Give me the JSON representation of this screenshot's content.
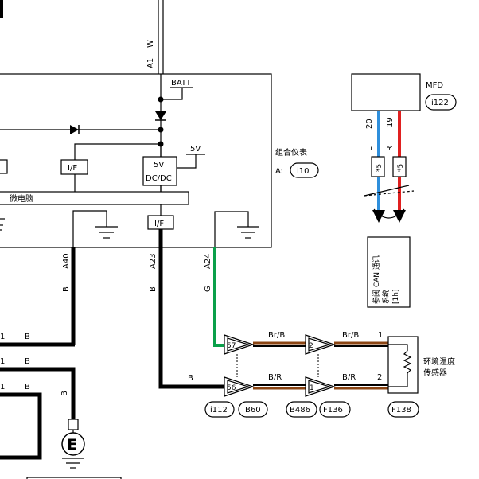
{
  "colors": {
    "green_wire": "#0aa04a",
    "brown_wire": "#8b4513",
    "blue_wire": "#2f8fdc",
    "red_wire": "#e02020",
    "black_wire": "#000000"
  },
  "top_wire": {
    "pin": "A1",
    "color": "W"
  },
  "meter": {
    "batt_label": "BATT",
    "v5_label": "5V",
    "dcdc_line1": "5V",
    "dcdc_line2": "DC/DC",
    "if_left": "I/F",
    "if_center": "I/F",
    "micro_label": "微电脑",
    "name": "组合仪表",
    "connector_prefix": "A:",
    "connector": "i10"
  },
  "mfd": {
    "name": "MFD",
    "connector": "i122",
    "pins": [
      {
        "pin": "20",
        "color": "L",
        "mark": "*5"
      },
      {
        "pin": "19",
        "color": "R",
        "mark": "*5"
      }
    ],
    "reference_text": "参阅 CAN 通讯系统 [1h]"
  },
  "wires": [
    {
      "pin": "A40",
      "color": "B"
    },
    {
      "pin": "A23",
      "color": "B"
    },
    {
      "pin": "A24",
      "color": "G"
    }
  ],
  "left_wires": [
    {
      "num": "1",
      "color": "B"
    },
    {
      "num": "1",
      "color": "B"
    },
    {
      "num": "1",
      "color": "B"
    }
  ],
  "ground_wire_color": "B",
  "ground_label": "E",
  "bottom_wire_color": "B",
  "connectors": {
    "row1": [
      {
        "pin": "57",
        "wire": "Br/B"
      },
      {
        "pin": "2",
        "wire": "Br/B"
      },
      {
        "pin": "1"
      }
    ],
    "row2": [
      {
        "pin": "56",
        "wire": "B/R"
      },
      {
        "pin": "1",
        "wire": "B/R"
      },
      {
        "pin": "2"
      }
    ],
    "labels": [
      "i112",
      "B60",
      "B486",
      "F136",
      "F138"
    ]
  },
  "sensor": {
    "name_line1": "环境温度",
    "name_line2": "传感器"
  }
}
